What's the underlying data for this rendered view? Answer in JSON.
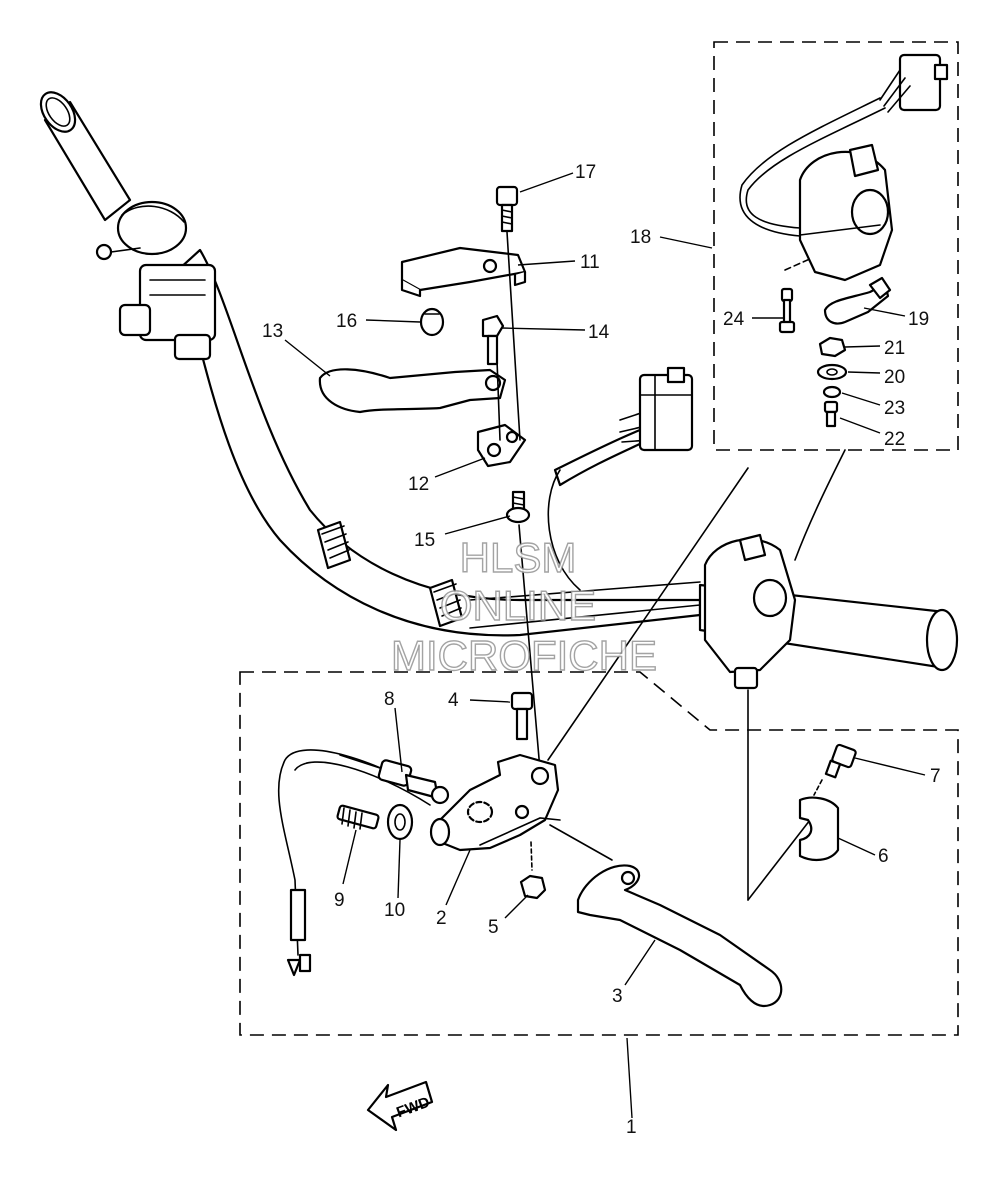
{
  "callouts": {
    "c1": "1",
    "c2": "2",
    "c3": "3",
    "c4": "4",
    "c5": "5",
    "c6": "6",
    "c7": "7",
    "c8": "8",
    "c9": "9",
    "c10": "10",
    "c11": "11",
    "c12": "12",
    "c13": "13",
    "c14": "14",
    "c15": "15",
    "c16": "16",
    "c17": "17",
    "c18": "18",
    "c19": "19",
    "c20": "20",
    "c21": "21",
    "c22": "22",
    "c23": "23",
    "c24": "24"
  },
  "watermark": {
    "line1": "HLSM",
    "line2": "ONLINE",
    "line3": "MICROFICHE"
  },
  "direction_marker": {
    "label": "FWD"
  }
}
